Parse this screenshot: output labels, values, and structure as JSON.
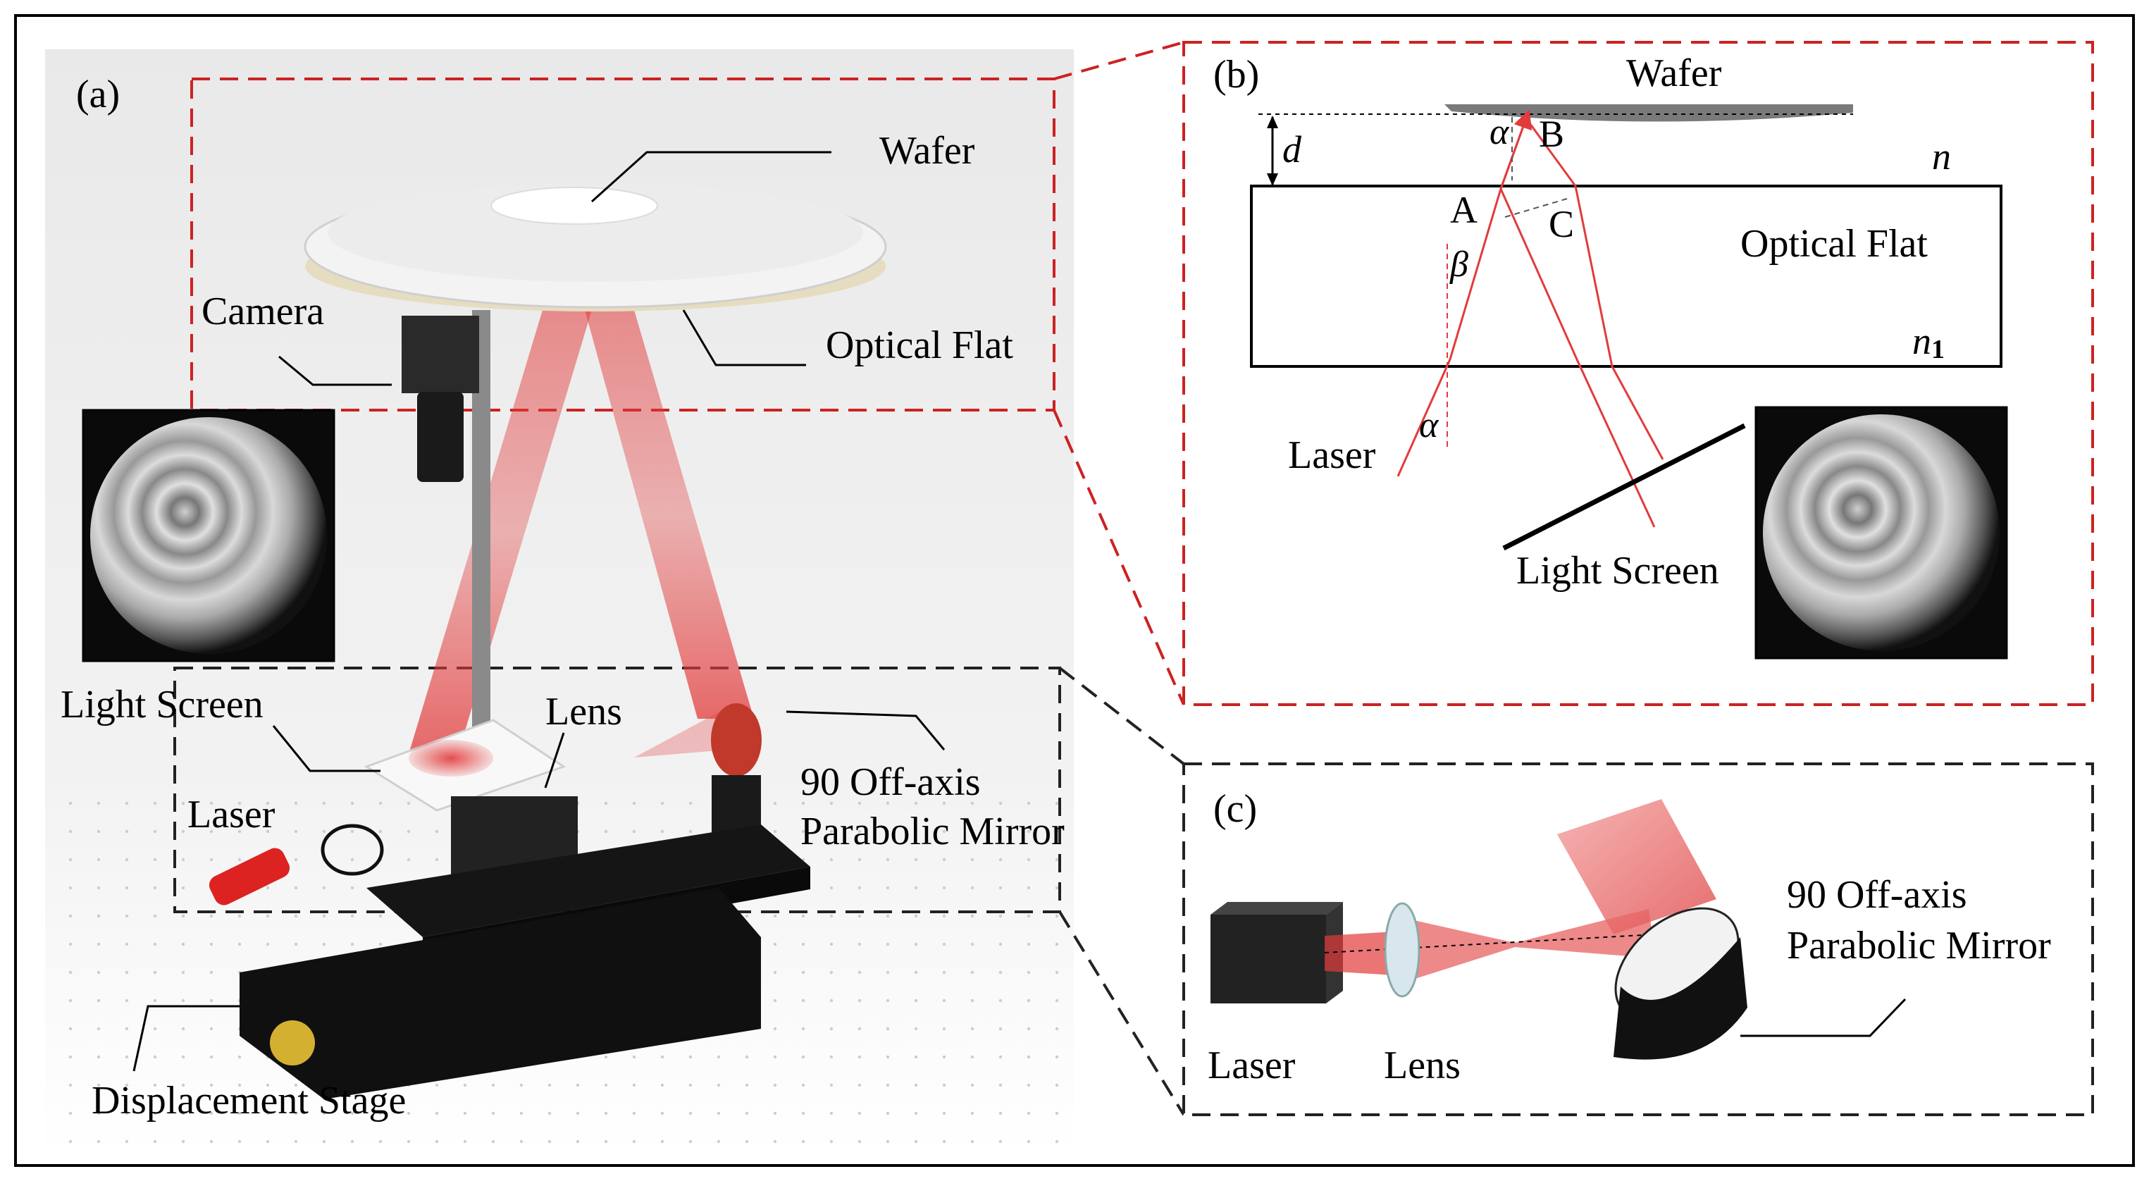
{
  "panel_a": {
    "tag": "(a)",
    "labels": {
      "wafer": "Wafer",
      "camera": "Camera",
      "optical_flat": "Optical Flat",
      "light_screen": "Light Screen",
      "lens": "Lens",
      "laser": "Laser",
      "mirror_line1": "90 Off-axis",
      "mirror_line2": "Parabolic Mirror",
      "stage": "Displacement Stage"
    }
  },
  "panel_b": {
    "tag": "(b)",
    "labels": {
      "wafer": "Wafer",
      "d": "d",
      "alpha_top": "α",
      "B": "B",
      "n": "n",
      "A": "A",
      "C": "C",
      "optical_flat": "Optical Flat",
      "beta": "β",
      "n1": "n",
      "n1_sub": "1",
      "alpha_bottom": "α",
      "laser": "Laser",
      "light_screen": "Light Screen"
    }
  },
  "panel_c": {
    "tag": "(c)",
    "labels": {
      "mirror_line1": "90 Off-axis",
      "mirror_line2": "Parabolic Mirror",
      "laser": "Laser",
      "lens": "Lens"
    }
  },
  "colors": {
    "red_dash": "#cc2222",
    "beam_red": "#e23b3b",
    "black_dash": "#222222"
  }
}
